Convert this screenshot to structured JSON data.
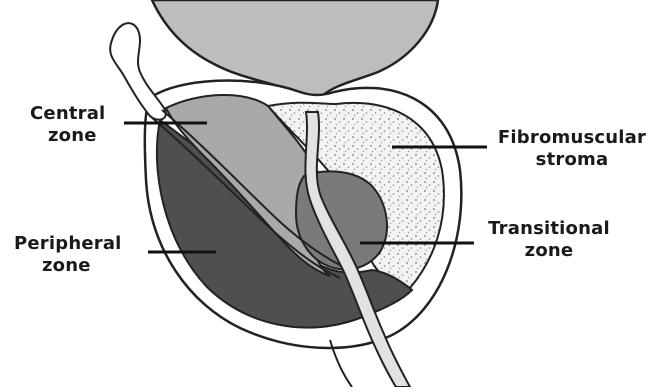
{
  "diagram": {
    "labels": {
      "central_zone": [
        "Central",
        "zone"
      ],
      "peripheral_zone": [
        "Peripheral",
        "zone"
      ],
      "fibromuscular_stroma": [
        "Fibromuscular",
        "stroma"
      ],
      "transitional_zone": [
        "Transitional",
        "zone"
      ]
    },
    "colors": {
      "outline": "#222222",
      "bladder": "#bdbdbd",
      "central_zone": "#a9a9a9",
      "peripheral_zone": "#4f4f4f",
      "transitional_zone": "#7a7a7a",
      "stroma": "#f1f1f1",
      "urethra": "#d9d9d9",
      "background": "#ffffff"
    }
  }
}
